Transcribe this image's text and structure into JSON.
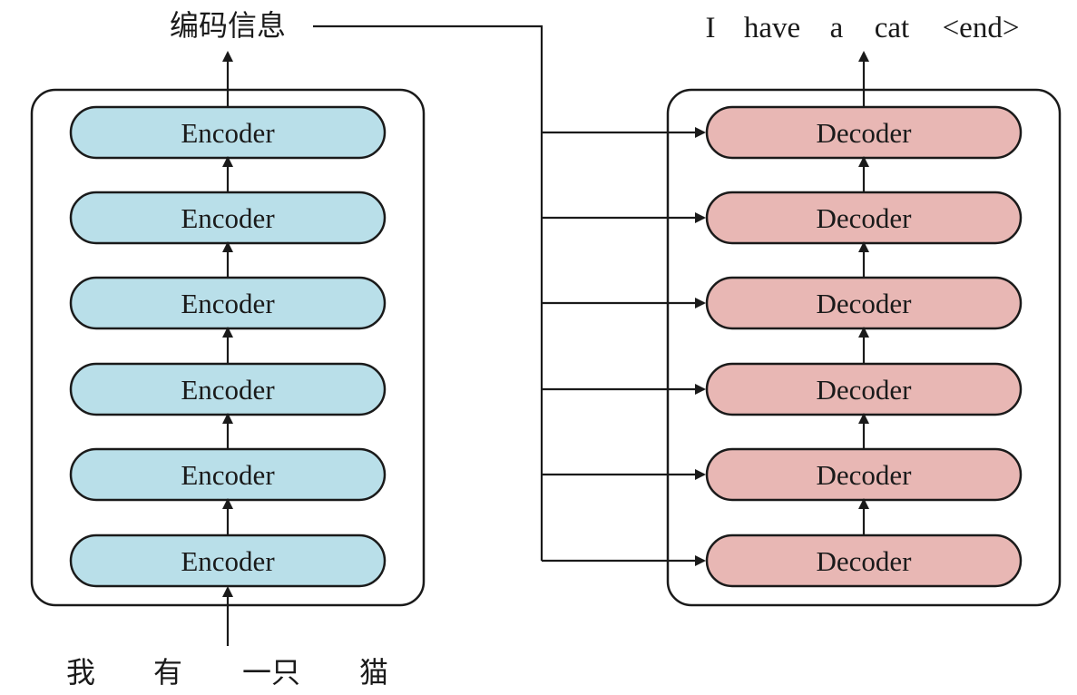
{
  "encoder": {
    "block_label": "Encoder",
    "block_count": 6,
    "fill_color": "#b9dfe9",
    "output_label": "编码信息",
    "input_tokens": [
      "我",
      "有",
      "一只",
      "猫"
    ]
  },
  "decoder": {
    "block_label": "Decoder",
    "block_count": 6,
    "fill_color": "#e8b7b4",
    "output_tokens": [
      "I",
      "have",
      "a",
      "cat",
      "<end>"
    ]
  },
  "colors": {
    "stroke": "#1a1a1a",
    "container_fill": "#ffffff"
  }
}
